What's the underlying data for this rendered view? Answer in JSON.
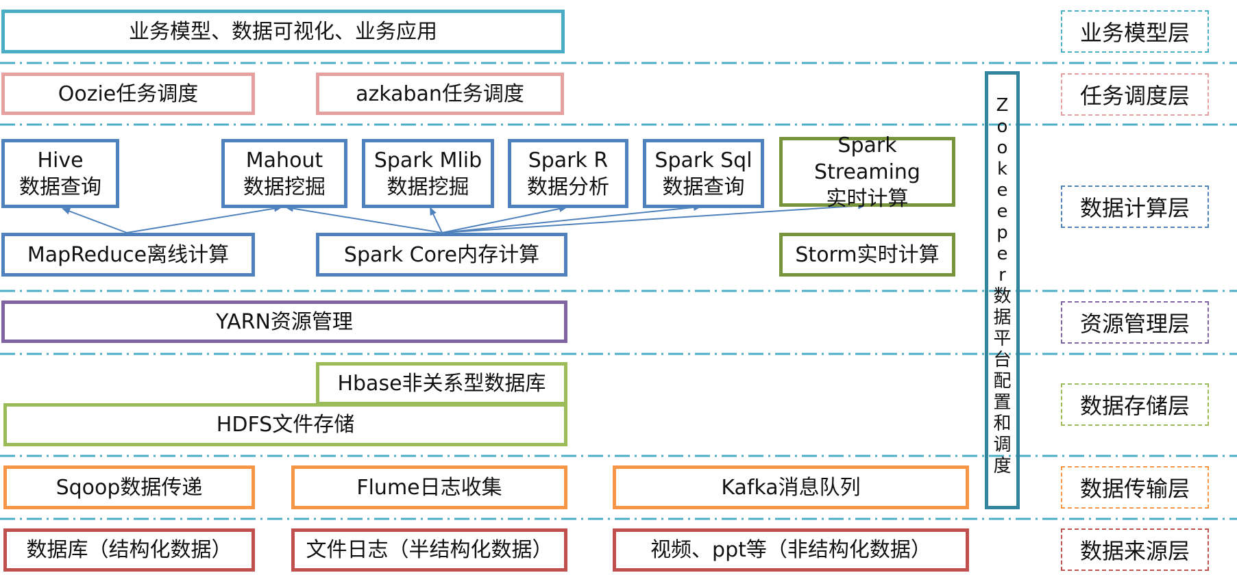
{
  "colors": {
    "sep_line": "#4bacc6",
    "teal": "#4bacc6",
    "pink": "#e6a0a0",
    "blue": "#4f81bd",
    "olive": "#77933c",
    "purple": "#8064a2",
    "green": "#9bbb59",
    "orange": "#f79646",
    "red": "#c0504d",
    "zk": "#31859c",
    "arrow": "#4f81bd"
  },
  "business": {
    "apps": "业务模型、数据可视化、业务应用"
  },
  "schedule": {
    "oozie": "Oozie任务调度",
    "azkaban": "azkaban任务调度"
  },
  "compute": {
    "hive": [
      "Hive",
      "数据查询"
    ],
    "mahout": [
      "Mahout",
      "数据挖掘"
    ],
    "mlib": [
      "Spark Mlib",
      "数据挖掘"
    ],
    "sparkr": [
      "Spark R",
      "数据分析"
    ],
    "sparksql": [
      "Spark Sql",
      "数据查询"
    ],
    "streaming": [
      "Spark Streaming",
      "实时计算"
    ],
    "mapreduce": "MapReduce离线计算",
    "sparkcore": "Spark Core内存计算",
    "storm": "Storm实时计算"
  },
  "resource": {
    "yarn": "YARN资源管理"
  },
  "storage": {
    "hbase": "Hbase非关系型数据库",
    "hdfs": "HDFS文件存储"
  },
  "transfer": {
    "sqoop": "Sqoop数据传递",
    "flume": "Flume日志收集",
    "kafka": "Kafka消息队列"
  },
  "source": {
    "db": "数据库（结构化数据）",
    "log": "文件日志（半结构化数据）",
    "media": "视频、ppt等（非结构化数据）"
  },
  "zookeeper": [
    "Z",
    "o",
    "o",
    "k",
    "e",
    "e",
    "p",
    "e",
    "r",
    "数",
    "据",
    "平",
    "台",
    "配",
    "置",
    "和",
    "调",
    "度"
  ],
  "layers": {
    "business": "业务模型层",
    "schedule": "任务调度层",
    "compute": "数据计算层",
    "resource": "资源管理层",
    "storage": "数据存储层",
    "transfer": "数据传输层",
    "source": "数据来源层"
  }
}
